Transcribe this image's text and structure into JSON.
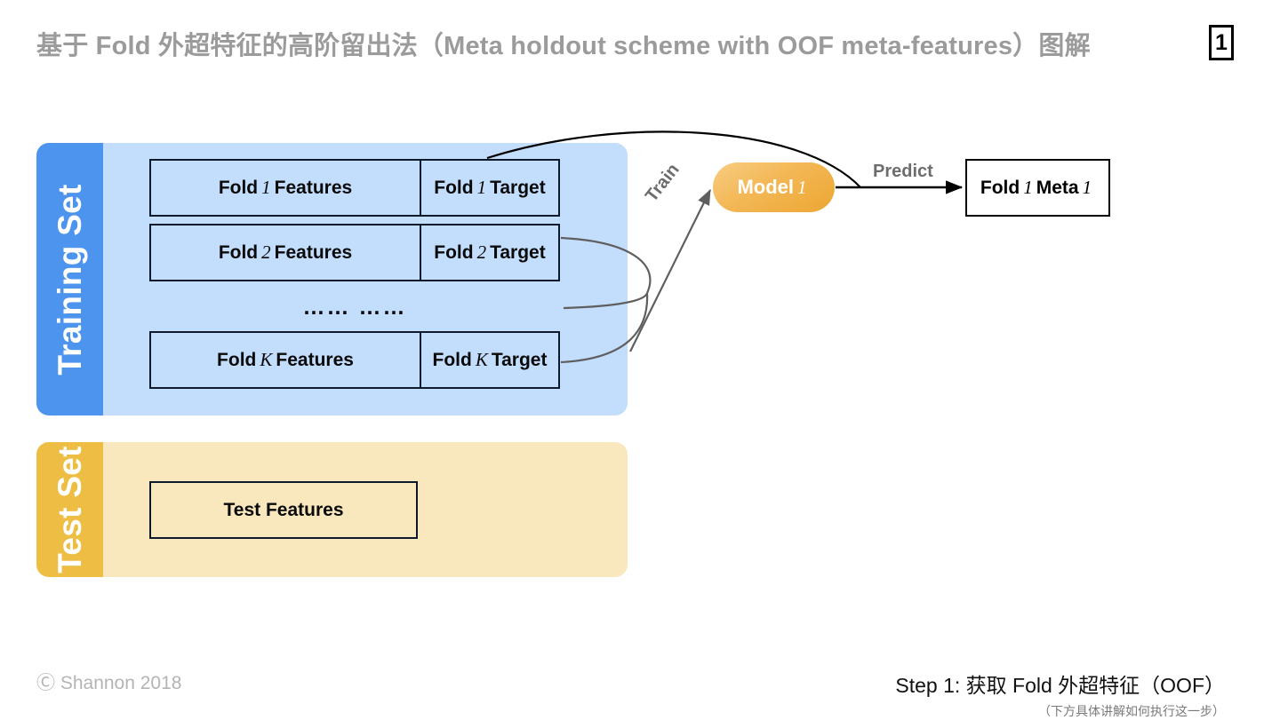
{
  "slide": {
    "title": "基于 Fold 外超特征的高阶留出法（Meta holdout scheme with OOF meta-features）图解",
    "page_number": "1",
    "background_color": "#ffffff",
    "title_color": "#9b9b9b"
  },
  "training_panel": {
    "rail_label": "Training Set",
    "rail_color": "#4d94ef",
    "body_color": "#c3ddfc",
    "ellipsis": "…… ……",
    "rows": [
      {
        "features_prefix": "Fold",
        "features_index": "1",
        "features_suffix": "Features",
        "target_prefix": "Fold",
        "target_index": "1",
        "target_suffix": "Target"
      },
      {
        "features_prefix": "Fold",
        "features_index": "2",
        "features_suffix": "Features",
        "target_prefix": "Fold",
        "target_index": "2",
        "target_suffix": "Target"
      },
      {
        "features_prefix": "Fold",
        "features_index": "K",
        "features_suffix": "Features",
        "target_prefix": "Fold",
        "target_index": "K",
        "target_suffix": "Target"
      }
    ]
  },
  "test_panel": {
    "rail_label": "Test Set",
    "rail_color": "#eebe44",
    "body_color": "#f9e8bd",
    "features_label": "Test Features"
  },
  "model": {
    "label_prefix": "Model",
    "label_index": "1",
    "fill_start": "#f7cd82",
    "fill_end": "#eda732",
    "text_color": "#ffffff"
  },
  "meta_output": {
    "prefix": "Fold",
    "fold_index": "1",
    "middle": "Meta",
    "meta_index": "1"
  },
  "edges": {
    "train_label": "Train",
    "predict_label": "Predict",
    "label_color": "#6d6d6d",
    "arrow_color": "#5f5f5f",
    "oof_curve_color": "#000000"
  },
  "footer": {
    "copyright": "Ⓒ Shannon 2018",
    "step_main": "Step 1: 获取 Fold 外超特征（OOF）",
    "step_sub": "（下方具体讲解如何执行这一步）"
  }
}
